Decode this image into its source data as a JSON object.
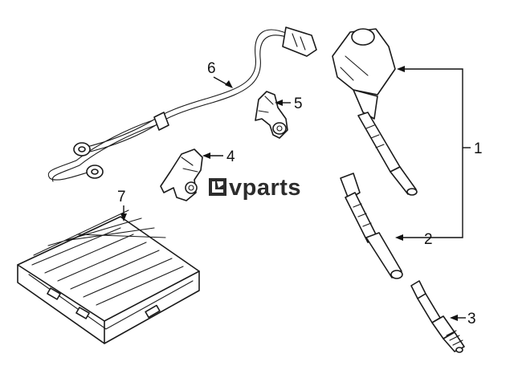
{
  "callouts": [
    "1",
    "2",
    "3",
    "4",
    "5",
    "6",
    "7"
  ],
  "watermark": {
    "text": "vparts",
    "logo_mark": "lv-logo-mark-icon"
  },
  "colors": {
    "line": "#1a1a1a",
    "background": "#ffffff"
  }
}
